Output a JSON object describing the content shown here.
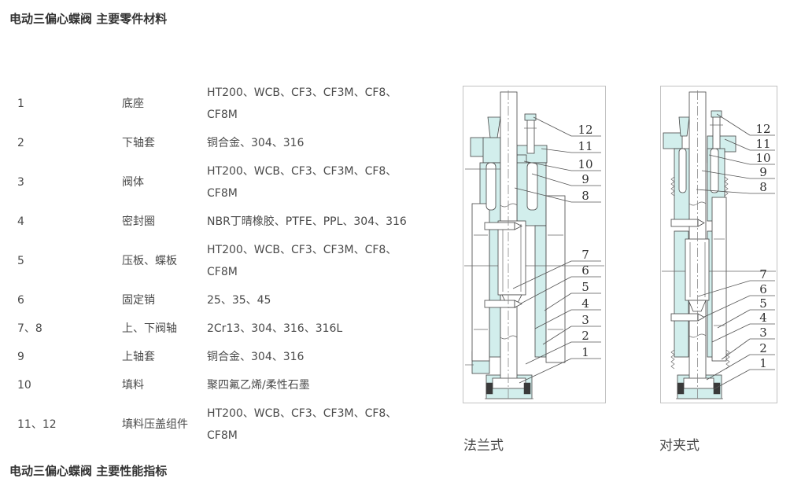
{
  "page": {
    "title_top": "电动三偏心蝶阀 主要零件材料",
    "title_bottom": "电动三偏心蝶阀 主要性能指标"
  },
  "parts_table": {
    "rows": [
      {
        "no": "1",
        "name": "底座",
        "materials": [
          "HT200、WCB、CF3、CF3M、CF8、",
          "CF8M"
        ]
      },
      {
        "no": "2",
        "name": "下轴套",
        "materials": [
          "铜合金、304、316"
        ]
      },
      {
        "no": "3",
        "name": "阀体",
        "materials": [
          "HT200、WCB、CF3、CF3M、CF8、",
          "CF8M"
        ]
      },
      {
        "no": "4",
        "name": "密封圈",
        "materials": [
          "NBR丁晴橡胶、PTFE、PPL、304、316"
        ]
      },
      {
        "no": "5",
        "name": "压板、蝶板",
        "materials": [
          "HT200、WCB、CF3、CF3M、CF8、",
          "CF8M"
        ]
      },
      {
        "no": "6",
        "name": "固定销",
        "materials": [
          "25、35、45"
        ]
      },
      {
        "no": "7、8",
        "name": "上、下阀轴",
        "materials": [
          "2Cr13、304、316、316L"
        ]
      },
      {
        "no": "9",
        "name": "上轴套",
        "materials": [
          "铜合金、304、316"
        ]
      },
      {
        "no": "10",
        "name": "填料",
        "materials": [
          "聚四氟乙烯/柔性石墨"
        ]
      },
      {
        "no": "11、12",
        "name": "填料压盖组件",
        "materials": [
          "HT200、WCB、CF3、CF3M、CF8、",
          "CF8M"
        ]
      }
    ]
  },
  "diagrams": [
    {
      "caption": "法兰式",
      "callouts_upper": [
        "12",
        "11",
        "10",
        "9",
        "8"
      ],
      "callouts_lower": [
        "7",
        "6",
        "5",
        "4",
        "3",
        "2",
        "1"
      ]
    },
    {
      "caption": "对夹式",
      "callouts_upper": [
        "12",
        "11",
        "10",
        "9",
        "8"
      ],
      "callouts_lower": [
        "7",
        "6",
        "5",
        "4",
        "3",
        "2",
        "1"
      ]
    }
  ],
  "colors": {
    "part_fill": "#d2eeec",
    "line": "#454545",
    "text": "#4a4a4a",
    "heading": "#333333"
  }
}
